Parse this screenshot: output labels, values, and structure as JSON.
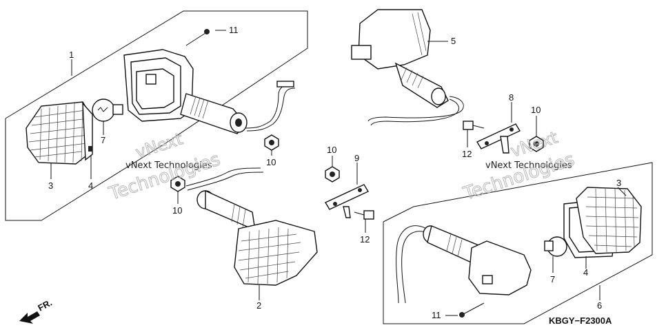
{
  "diagram_code": "KBGY−F2300A",
  "front_indicator": "FR.",
  "watermark": {
    "line1": "vNext Technologies",
    "big_line1": "vNext",
    "big_line2": "Technologies"
  },
  "callouts": {
    "c1": "1",
    "c2": "2",
    "c3": "3",
    "c4": "4",
    "c5": "5",
    "c6": "6",
    "c7": "7",
    "c8": "8",
    "c9": "9",
    "c10": "10",
    "c11": "11",
    "c12": "12"
  },
  "labels_left_group": {
    "n11_top": "11",
    "n1": "1",
    "n7_left": "7",
    "n3_left": "3",
    "n4_left": "4",
    "n10_left_a": "10",
    "n10_left_b": "10",
    "n2": "2"
  },
  "labels_right_group": {
    "n5": "5",
    "n8": "8",
    "n10_right_a": "10",
    "n12_right_a": "12",
    "n10_mid": "10",
    "n9": "9",
    "n12_mid": "12",
    "n3_right": "3",
    "n4_right": "4",
    "n7_right": "7",
    "n6": "6",
    "n11_bottom": "11"
  }
}
